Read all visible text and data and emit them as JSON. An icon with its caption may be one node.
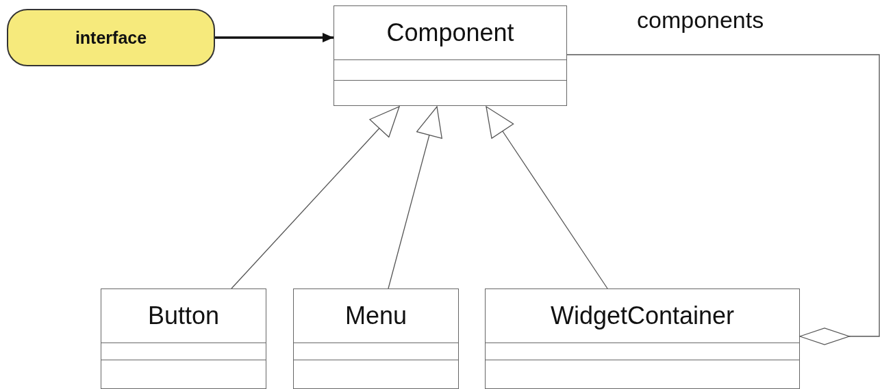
{
  "diagram": {
    "nodes": [
      {
        "text": [
          "interface"
        ]
      },
      {
        "text": [
          "Component"
        ]
      },
      {
        "text": [
          "Button"
        ]
      },
      {
        "text": [
          "Menu"
        ]
      },
      {
        "text": [
          "WidgetContainer"
        ]
      }
    ],
    "edges": [
      {
        "from": 0,
        "to": 1,
        "arrow": "to",
        "style": "thick"
      },
      {
        "from": 2,
        "to": 1,
        "arrow": "to"
      },
      {
        "from": 3,
        "to": 1,
        "arrow": "to"
      },
      {
        "from": 4,
        "to": 1,
        "arrow": "to"
      },
      {
        "from": 4,
        "to": 1,
        "arrow": "other",
        "label": "components"
      }
    ]
  }
}
